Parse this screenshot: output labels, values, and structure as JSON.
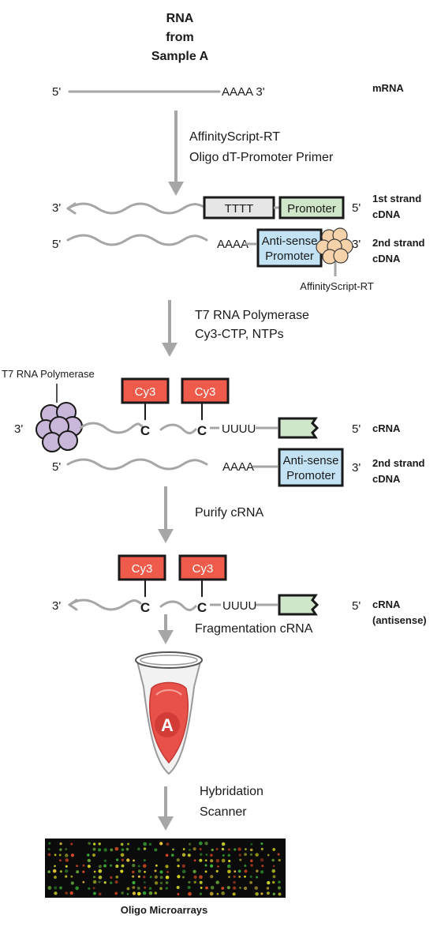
{
  "colors": {
    "strand": "#a6a6a6",
    "box_border": "#1a1a1a",
    "tttt_fill": "#e6e6e6",
    "promoter_fill": "#cfe6c8",
    "antisense_fill": "#c3e3f5",
    "cy3_fill": "#ef5b4a",
    "enzyme_rt": "#f6d2aa",
    "enzyme_t7": "#c9b7d9",
    "tube_liquid": "#e8504a"
  },
  "icons": {
    "rt_enzyme": "affinityscript-rt-enzyme-icon",
    "t7_enzyme": "t7-polymerase-enzyme-icon",
    "tube": "sample-tube-icon",
    "microarray": "microarray-image"
  },
  "header": {
    "line1": "RNA",
    "line2": "from",
    "line3": "Sample A"
  },
  "mrna_row": {
    "left_end": "5'",
    "tail": "AAAA 3'",
    "label": "mRNA"
  },
  "step1": {
    "line1": "AffinityScript-RT",
    "line2": "Oligo dT-Promoter Primer"
  },
  "first_strand": {
    "left_end": "3'",
    "tttt": "TTTT",
    "promoter": "Promoter",
    "right_end": "5'",
    "label_line1": "1st strand",
    "label_line2": "cDNA"
  },
  "second_strand": {
    "left_end": "5'",
    "tail": "AAAA",
    "antisense_line1": "Anti-sense",
    "antisense_line2": "Promoter",
    "right_end": "3'",
    "label_line1": "2nd strand",
    "label_line2": "cDNA",
    "enzyme_label": "AffinityScript-RT"
  },
  "step2": {
    "line1": "T7 RNA Polymerase",
    "line2": "Cy3-CTP, NTPs"
  },
  "transcription": {
    "enzyme_label": "T7 RNA Polymerase",
    "cy3_a": "Cy3",
    "cy3_b": "Cy3",
    "c_a": "C",
    "c_b": "C",
    "uuuu": "UUUU",
    "left_end": "3'",
    "right_end": "5'",
    "label": "cRNA"
  },
  "second_strand_b": {
    "left_end": "5'",
    "tail": "AAAA",
    "antisense_line1": "Anti-sense",
    "antisense_line2": "Promoter",
    "right_end": "3'",
    "label_line1": "2nd strand",
    "label_line2": "cDNA"
  },
  "step3": {
    "line1": "Purify cRNA"
  },
  "purified": {
    "cy3_a": "Cy3",
    "cy3_b": "Cy3",
    "c_a": "C",
    "c_b": "C",
    "uuuu": "UUUU",
    "left_end": "3'",
    "right_end": "5'",
    "label_line1": "cRNA",
    "label_line2": "(antisense)"
  },
  "step4": {
    "line1": "Fragmentation cRNA"
  },
  "tube": {
    "letter": "A"
  },
  "step5": {
    "line1": "Hybridation",
    "line2": "Scanner"
  },
  "footer": {
    "label": "Oligo Microarrays"
  }
}
